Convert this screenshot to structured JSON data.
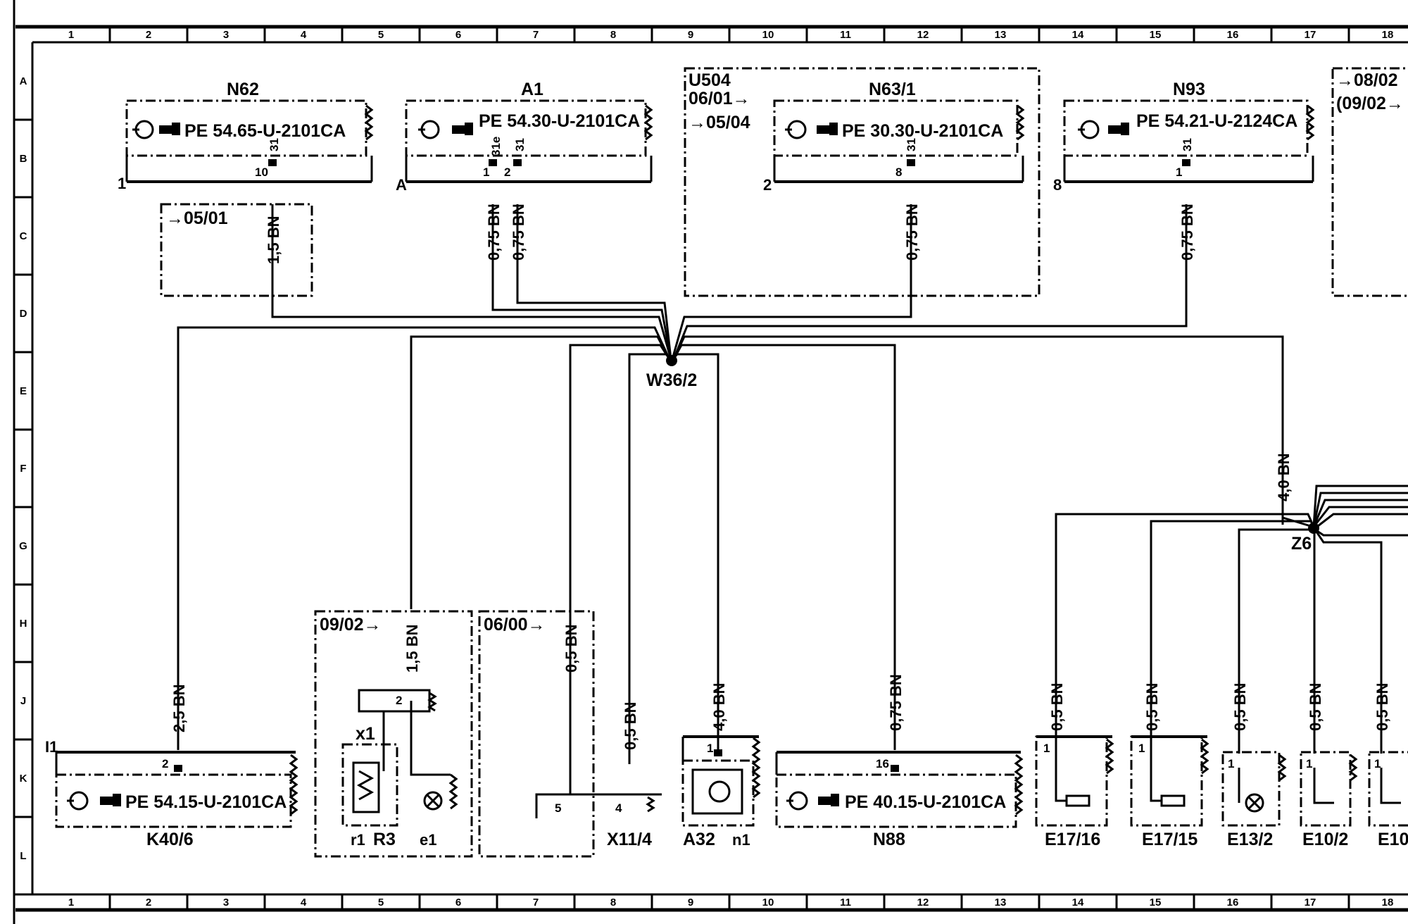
{
  "grid": {
    "columns": [
      "1",
      "2",
      "3",
      "4",
      "5",
      "6",
      "7",
      "8",
      "9",
      "10",
      "11",
      "12",
      "13",
      "14",
      "15",
      "16",
      "17",
      "18"
    ],
    "rows": [
      "A",
      "B",
      "C",
      "D",
      "E",
      "F",
      "G",
      "H",
      "J",
      "K",
      "L"
    ]
  },
  "modules_top": [
    {
      "label": "N62",
      "pe": "PE  54.65-U-2101CA",
      "side": "1",
      "pin": "10",
      "pin_top": "31"
    },
    {
      "label": "A1",
      "pe": "PE  54.30-U-2101CA",
      "side": "A",
      "pin": "1",
      "pin2": "2",
      "pin_top": "31e",
      "pin2_top": "31"
    },
    {
      "label": "N63/1",
      "pe": "PE  30.30-U-2101CA",
      "side": "2",
      "pin": "8",
      "pin_top": "31"
    },
    {
      "label": "N93",
      "pe": "PE  54.21-U-2124CA",
      "side": "8",
      "pin": "1",
      "pin_top": "31"
    }
  ],
  "variants": {
    "u504": "U504",
    "u504_from": "06/01→",
    "u504_to": "→05/04",
    "box_0501": "→05/01",
    "box_0802": "→08/02",
    "box_0902b": "(09/02→",
    "box_0902": "09/02→",
    "box_0600": "06/00→"
  },
  "wires": {
    "n62": "1,5  BN",
    "a1_1": "0,75  BN",
    "a1_2": "0,75  BN",
    "n63": "0,75  BN",
    "n93": "0,75  BN",
    "k40": "2,5  BN",
    "r3": "1,5  BN",
    "x11a": "0,5  BN",
    "x11b": "0,5  BN",
    "a32": "4,0  BN",
    "n88": "0,75  BN",
    "z6": "4,0  BN",
    "e17_16": "0,5  BN",
    "e17_15": "0,5  BN",
    "e13_2": "0,5  BN",
    "e10_2": "0,5  BN",
    "e10x": "0,5  BN"
  },
  "junctions": {
    "w36": "W36/2",
    "z6": "Z6"
  },
  "bottom": {
    "k40": {
      "label": "K40/6",
      "pe": "PE  54.15-U-2101CA",
      "side": "I1",
      "pin": "2"
    },
    "r3": {
      "x1": "x1",
      "r1": "r1",
      "r3": "R3",
      "e1": "e1",
      "pin": "2"
    },
    "x11": {
      "label": "X11/4",
      "pin5": "5",
      "pin4": "4"
    },
    "a32": {
      "label": "A32",
      "n1": "n1",
      "pin": "1"
    },
    "n88": {
      "label": "N88",
      "pe": "PE  40.15-U-2101CA",
      "pin": "16"
    },
    "e17_16": {
      "label": "E17/16",
      "pin": "1"
    },
    "e17_15": {
      "label": "E17/15",
      "pin": "1"
    },
    "e13_2": {
      "label": "E13/2",
      "pin": "1"
    },
    "e10_2": {
      "label": "E10/2",
      "pin": "1"
    },
    "e10x": {
      "label": "E10",
      "pin": "1"
    }
  }
}
